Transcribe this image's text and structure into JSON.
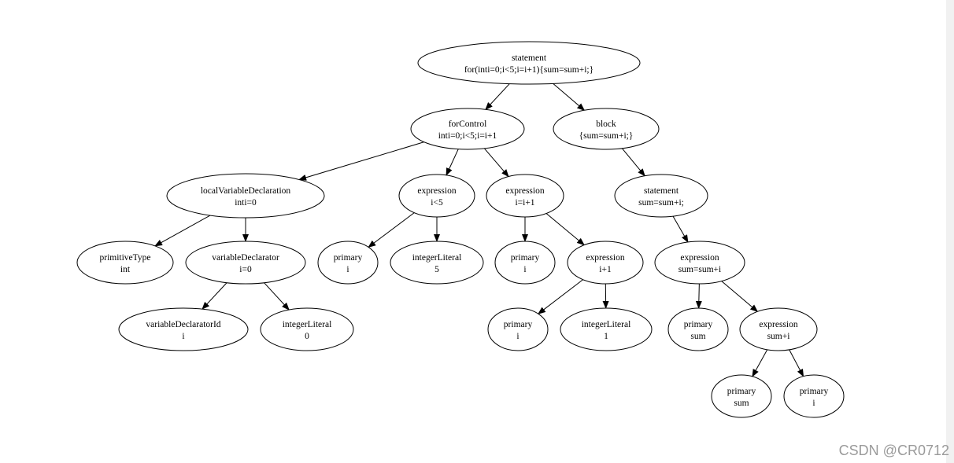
{
  "nodes": {
    "statement_root": {
      "title": "statement",
      "value": "for(inti=0;i<5;i=i+1){sum=sum+i;}"
    },
    "forControl": {
      "title": "forControl",
      "value": "inti=0;i<5;i=i+1"
    },
    "block": {
      "title": "block",
      "value": "{sum=sum+i;}"
    },
    "localVariableDeclaration": {
      "title": "localVariableDeclaration",
      "value": "inti=0"
    },
    "expression_lt": {
      "title": "expression",
      "value": "i<5"
    },
    "expression_assign": {
      "title": "expression",
      "value": "i=i+1"
    },
    "statement_sum": {
      "title": "statement",
      "value": "sum=sum+i;"
    },
    "primitiveType": {
      "title": "primitiveType",
      "value": "int"
    },
    "variableDeclarator": {
      "title": "variableDeclarator",
      "value": "i=0"
    },
    "primary_i_1": {
      "title": "primary",
      "value": "i"
    },
    "integerLiteral_5": {
      "title": "integerLiteral",
      "value": "5"
    },
    "primary_i_2": {
      "title": "primary",
      "value": "i"
    },
    "expression_iplus1": {
      "title": "expression",
      "value": "i+1"
    },
    "expression_sum": {
      "title": "expression",
      "value": "sum=sum+i"
    },
    "variableDeclaratorId": {
      "title": "variableDeclaratorId",
      "value": "i"
    },
    "integerLiteral_0": {
      "title": "integerLiteral",
      "value": "0"
    },
    "primary_i_3": {
      "title": "primary",
      "value": "i"
    },
    "integerLiteral_1": {
      "title": "integerLiteral",
      "value": "1"
    },
    "primary_sum_1": {
      "title": "primary",
      "value": "sum"
    },
    "expression_sumplusi": {
      "title": "expression",
      "value": "sum+i"
    },
    "primary_sum_2": {
      "title": "primary",
      "value": "sum"
    },
    "primary_i_4": {
      "title": "primary",
      "value": "i"
    }
  },
  "edges": [
    [
      "statement_root",
      "forControl"
    ],
    [
      "statement_root",
      "block"
    ],
    [
      "forControl",
      "localVariableDeclaration"
    ],
    [
      "forControl",
      "expression_lt"
    ],
    [
      "forControl",
      "expression_assign"
    ],
    [
      "block",
      "statement_sum"
    ],
    [
      "localVariableDeclaration",
      "primitiveType"
    ],
    [
      "localVariableDeclaration",
      "variableDeclarator"
    ],
    [
      "variableDeclarator",
      "variableDeclaratorId"
    ],
    [
      "variableDeclarator",
      "integerLiteral_0"
    ],
    [
      "expression_lt",
      "primary_i_1"
    ],
    [
      "expression_lt",
      "integerLiteral_5"
    ],
    [
      "expression_assign",
      "primary_i_2"
    ],
    [
      "expression_assign",
      "expression_iplus1"
    ],
    [
      "expression_iplus1",
      "primary_i_3"
    ],
    [
      "expression_iplus1",
      "integerLiteral_1"
    ],
    [
      "statement_sum",
      "expression_sum"
    ],
    [
      "expression_sum",
      "primary_sum_1"
    ],
    [
      "expression_sum",
      "expression_sumplusi"
    ],
    [
      "expression_sumplusi",
      "primary_sum_2"
    ],
    [
      "expression_sumplusi",
      "primary_i_4"
    ]
  ],
  "watermark": "CSDN @CR0712"
}
